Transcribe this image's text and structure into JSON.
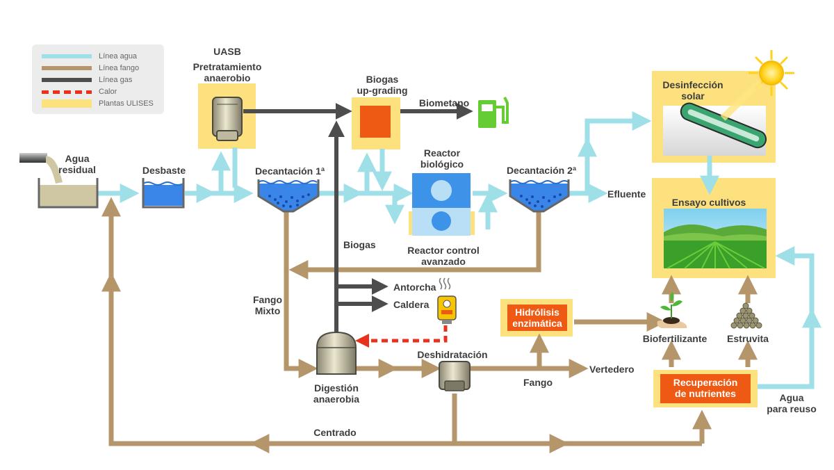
{
  "colors": {
    "water": "#9fdfe8",
    "sludge": "#b5956a",
    "gas": "#4d4d4d",
    "heat": "#e8321e",
    "ulises": "#fde17f",
    "orange": "#ee5a14",
    "tank_blue": "#3a86e8",
    "reactor_blue": "#3d93e8"
  },
  "legend": {
    "items": [
      {
        "label": "Línea agua",
        "color": "#9fdfe8",
        "style": "solid"
      },
      {
        "label": "Línea fango",
        "color": "#b5956a",
        "style": "solid"
      },
      {
        "label": "Línea gas",
        "color": "#4d4d4d",
        "style": "solid"
      },
      {
        "label": "Calor",
        "color": "#e8321e",
        "style": "dashed"
      },
      {
        "label": "Plantas ULISES",
        "color": "#fde17f",
        "style": "box"
      }
    ]
  },
  "labels": {
    "agua_residual": "Agua\nresidual",
    "desbaste": "Desbaste",
    "uasb": "UASB",
    "pretratamiento": "Pretratamiento\nanaerobio",
    "decantacion1": "Decantación 1ª",
    "biogas_upgrading": "Biogas\nup-grading",
    "biometano": "Biometano",
    "reactor_biologico": "Reactor\nbiológico",
    "reactor_control": "Reactor control\navanzado",
    "decantacion2": "Decantación 2ª",
    "efluente": "Efluente",
    "desinfeccion": "Desinfección\nsolar",
    "ensayo": "Ensayo cultivos",
    "biogas": "Biogas",
    "antorcha": "Antorcha",
    "caldera": "Caldera",
    "fango_mixto": "Fango\nMixto",
    "digestion": "Digestión\nanaerobia",
    "deshidratacion": "Deshidratación",
    "fango": "Fango",
    "vertedero": "Vertedero",
    "hidrolisis": "Hidrólisis\nenzimática",
    "biofertilizante": "Biofertilizante",
    "estruvita": "Estruvita",
    "recuperacion": "Recuperación\nde nutrientes",
    "agua_reuso": "Agua\npara reuso",
    "centrado": "Centrado"
  }
}
